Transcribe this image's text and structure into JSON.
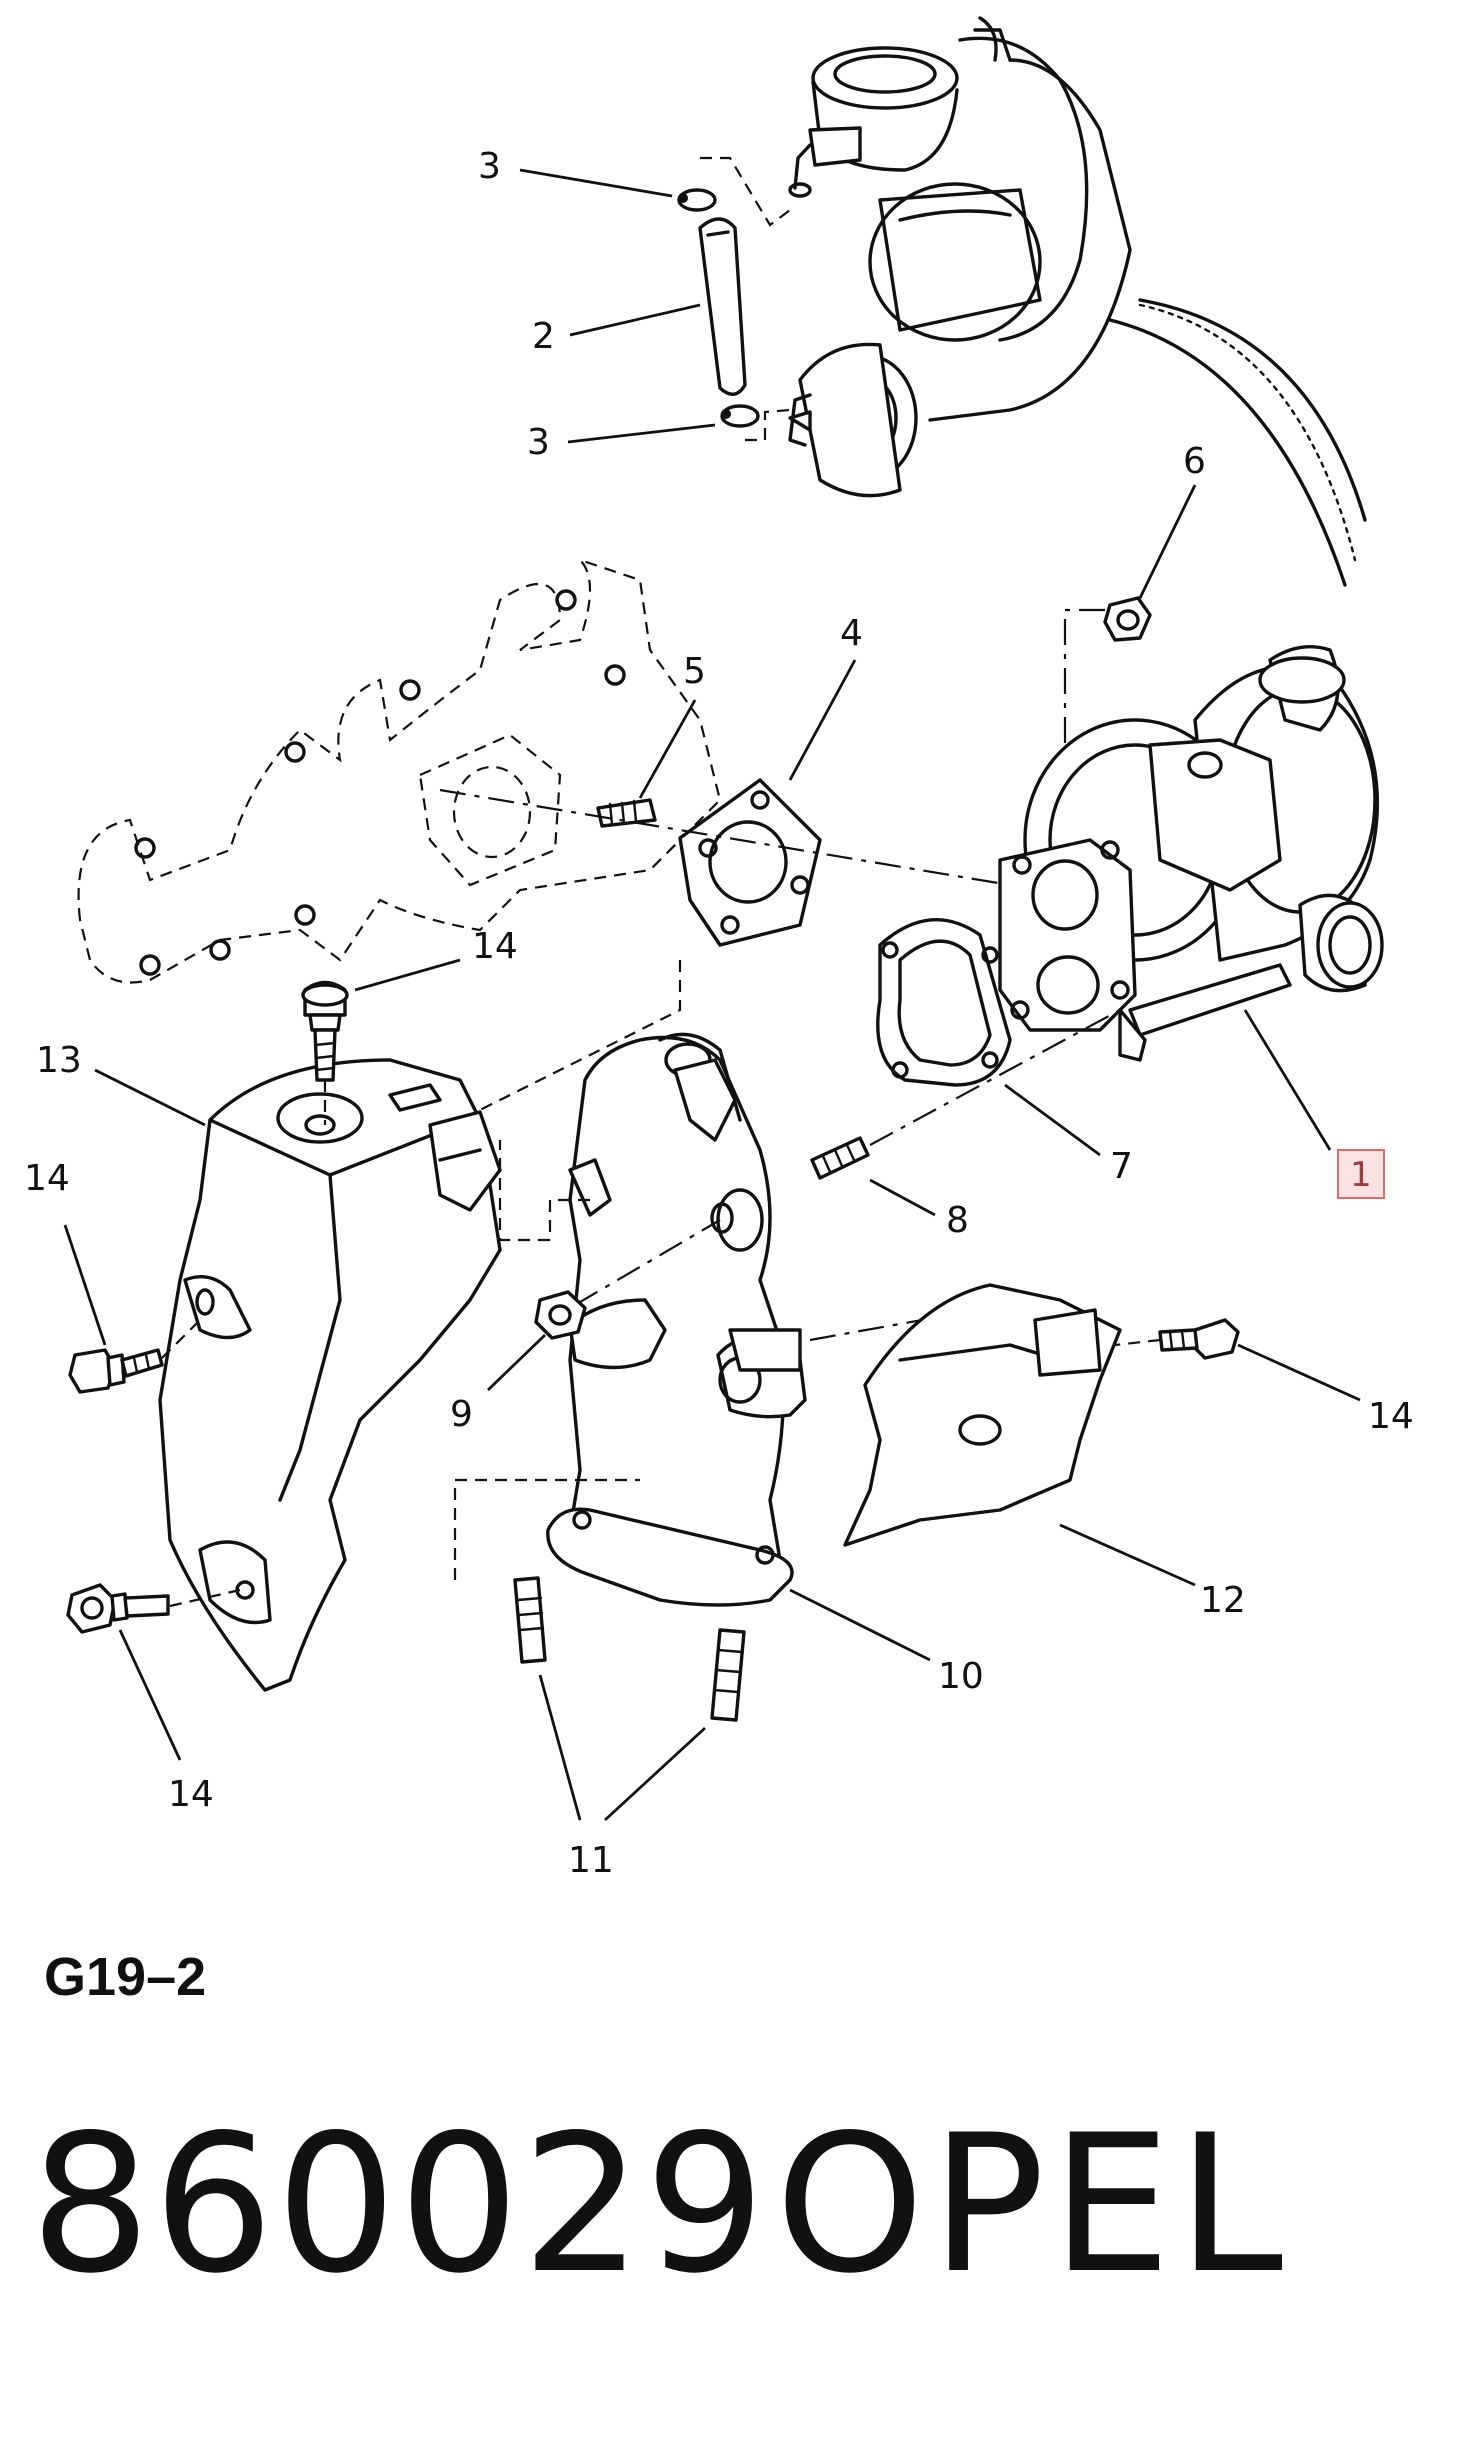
{
  "diagram": {
    "code": "G19–2",
    "part_number": "860029",
    "brand": "OPEL",
    "highlighted_callout": "1",
    "callouts": {
      "c1": "1",
      "c2": "2",
      "c3a": "3",
      "c3b": "3",
      "c4": "4",
      "c5": "5",
      "c6": "6",
      "c7": "7",
      "c8": "8",
      "c9": "9",
      "c10": "10",
      "c11": "11",
      "c12": "12",
      "c13": "13",
      "c14a": "14",
      "c14b": "14",
      "c14c": "14",
      "c14d": "14"
    }
  }
}
